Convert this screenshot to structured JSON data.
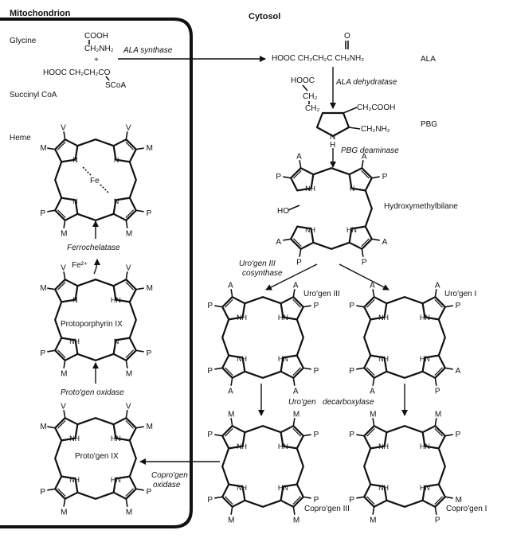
{
  "compartments": {
    "mitochondrion": "Mitochondrion",
    "cytosol": "Cytosol"
  },
  "substrates": {
    "glycine": "Glycine",
    "glycine_cooh": "COOH",
    "glycine_ch2nh2": "CH₂NH₂",
    "plus": "+",
    "succ_formula": "HOOC CH₂CH₂CO",
    "succ_scoa": "SCoA",
    "succinyl": "Succinyl CoA"
  },
  "ala": {
    "o": "O",
    "formula": "HOOC CH₂CH₂C CH₂NH₂",
    "label": "ALA"
  },
  "pbg": {
    "hooc": "HOOC",
    "ch2a": "CH₂",
    "ch2b": "CH₂",
    "ch2cooh": "CH₂COOH",
    "ch2nh2": "CH₂NH₂",
    "n": "N",
    "h": "H",
    "label": "PBG"
  },
  "enzymes": {
    "ala_synthase": "ALA synthase",
    "ala_dehydratase": "ALA dehydratase",
    "pbg_deaminase": "PBG deaminase",
    "urogen3_cosynthase_1": "Uro'gen III",
    "urogen3_cosynthase_2": "cosynthase",
    "urogen_decarboxylase": "Uro'gen   decarboxylase",
    "coprogen_oxidase_1": "Copro'gen",
    "coprogen_oxidase_2": "oxidase",
    "protogen_oxidase": "Proto'gen oxidase",
    "ferrochelatase": "Ferrochelatase"
  },
  "iron": "Fe²⁺",
  "compounds": {
    "hydroxymethylbilane": "Hydroxymethylbilane",
    "ho": "HO",
    "urogen3": "Uro'gen III",
    "urogen1": "Uro'gen I",
    "coprogen3": "Copro'gen III",
    "coprogen1": "Copro'gen I",
    "protogen9": "Proto'gen IX",
    "protoporphyrin9": "Protoporphyrin IX",
    "heme": "Heme",
    "fe": "Fe"
  },
  "atoms": {
    "n": "N",
    "nh": "NH",
    "hn": "HN"
  },
  "substituents": {
    "A": "A",
    "P": "P",
    "M": "M",
    "V": "V"
  }
}
